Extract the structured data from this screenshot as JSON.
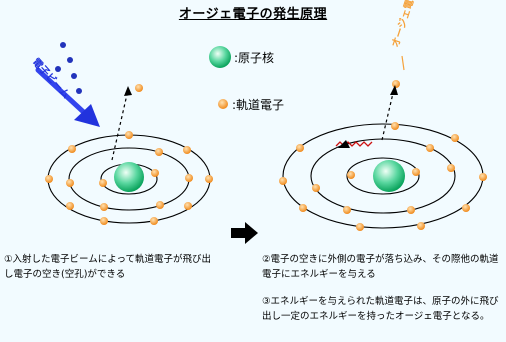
{
  "title": "オージェ電子の発生原理",
  "legend": {
    "nucleus_label": ":原子核",
    "electron_label": ":軌道電子"
  },
  "labels": {
    "electron_beam": "電子ビーム",
    "auger_electron": "オージェ電子"
  },
  "captions": {
    "step1": "①入射した電子ビームによって軌道電子が飛び出し電子の空き(空孔)ができる",
    "step2": "②電子の空きに外側の電子が落ち込み、その際他の軌道電子にエネルギーを与える",
    "step3": "③エネルギーを与えられた軌道電子は、原子の外に飛び出し一定のエネルギーを持ったオージェ電子となる。"
  },
  "colors": {
    "background": "#f2fbff",
    "electron": "#f5a23c",
    "electron_edge": "#c86a10",
    "nucleus_center": "#e6fff0",
    "nucleus_edge": "#10b868",
    "beam": "#2233dd",
    "beam_particle": "#2233bb",
    "auger": "#f5a23c",
    "photon": "#cc1111",
    "orbit": "#000000"
  },
  "icons": {
    "step_arrow": "right-arrow-icon"
  }
}
